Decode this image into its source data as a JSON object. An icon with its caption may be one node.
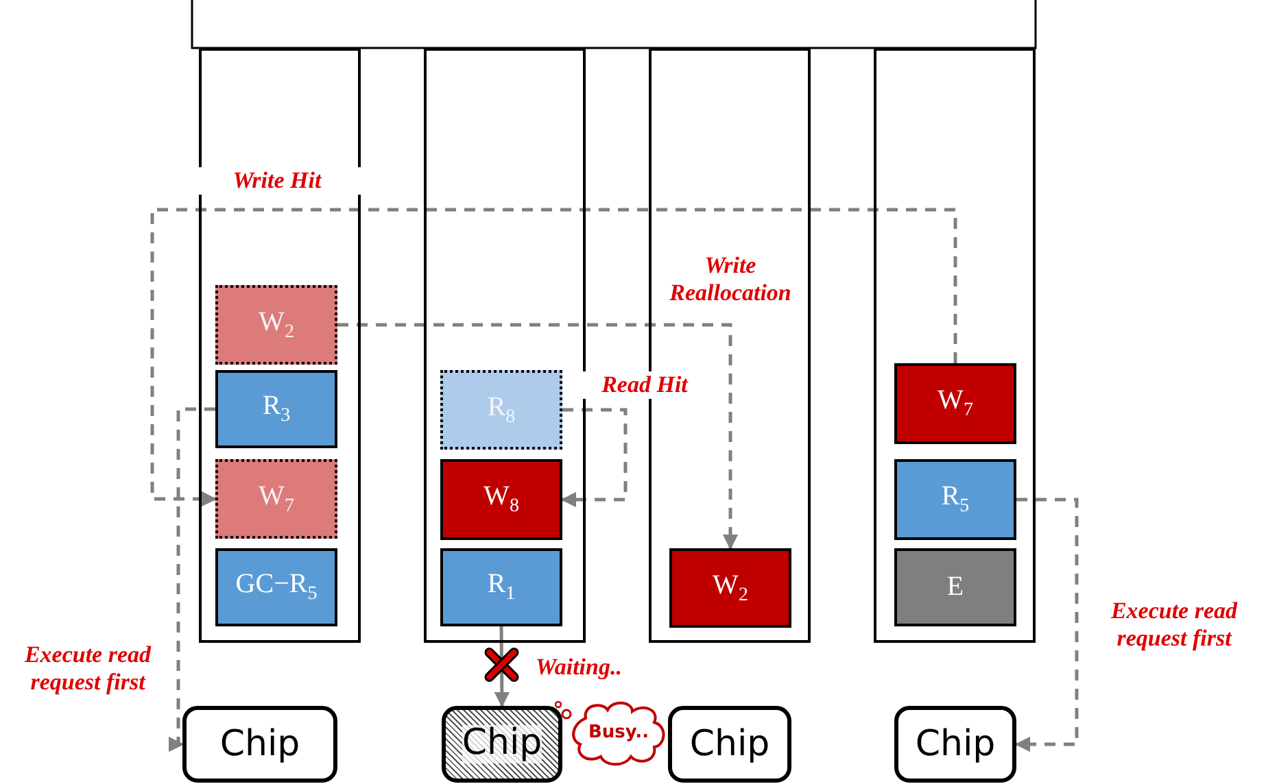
{
  "diagram": {
    "nodes": [
      {
        "text": [],
        "shape": "box"
      },
      {
        "text": [
          "W$_{2}$"
        ],
        "in": 0
      },
      {
        "text": [
          "R$_{3}$"
        ],
        "in": 0
      },
      {
        "text": [
          "W$_{7}$"
        ],
        "in": 0
      },
      {
        "text": [
          "GC−R$_{5}$"
        ],
        "in": 0
      },
      {
        "text": [],
        "shape": "box"
      },
      {
        "text": [
          "R$_{8}$"
        ],
        "in": 5
      },
      {
        "text": [
          "W$_{8}$"
        ],
        "in": 5
      },
      {
        "text": [
          "R$_{1}$"
        ],
        "in": 5
      },
      {
        "text": [],
        "shape": "box"
      },
      {
        "text": [
          "W$_{2}$"
        ],
        "in": 9
      },
      {
        "text": [],
        "shape": "box"
      },
      {
        "text": [
          "W$_{7}$"
        ],
        "in": 11
      },
      {
        "text": [
          "R$_{5}$"
        ],
        "in": 11
      },
      {
        "text": [
          "E"
        ],
        "in": 11
      },
      {
        "text": [
          "Chip"
        ]
      },
      {
        "text": [
          "Chip"
        ]
      },
      {
        "text": [
          "Busy.."
        ]
      },
      {
        "text": [
          "Chip"
        ]
      },
      {
        "text": [
          "Chip"
        ]
      }
    ],
    "edges": [
      {
        "from": 12,
        "to": 3,
        "arrow": "to",
        "label": "Write Hit",
        "style": "dashed"
      },
      {
        "from": 1,
        "to": 10,
        "arrow": "to",
        "label": "Write Reallocation",
        "style": "dashed"
      },
      {
        "from": 6,
        "to": 7,
        "arrow": "to",
        "label": "Read Hit",
        "style": "dashed"
      },
      {
        "from": 2,
        "to": 15,
        "arrow": "to",
        "label": "Execute read request first",
        "style": "dashed"
      },
      {
        "from": 13,
        "to": 19,
        "arrow": "to",
        "label": "Execute read request first",
        "style": "dashed"
      },
      {
        "from": 8,
        "to": 16,
        "arrow": "to",
        "label": "Waiting.."
      }
    ]
  }
}
